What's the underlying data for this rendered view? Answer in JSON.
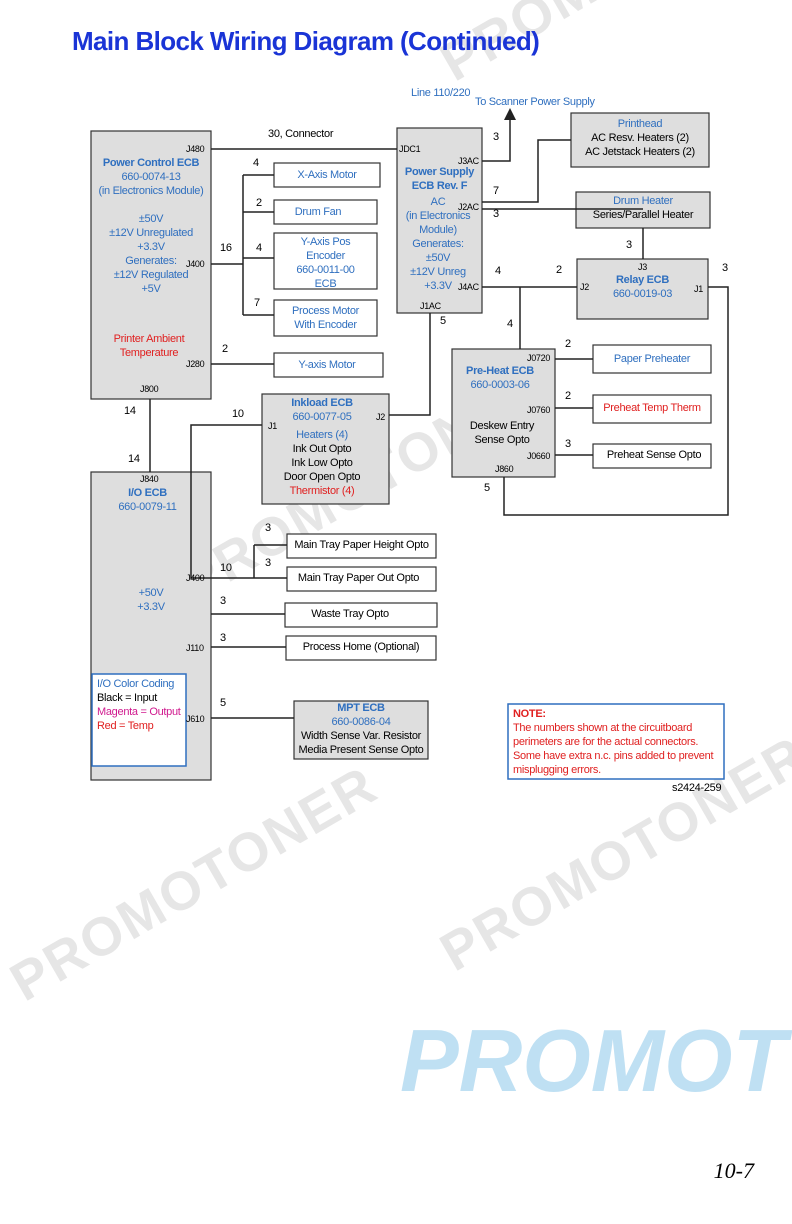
{
  "title": "Main Block Wiring Diagram (Continued)",
  "watermark": "PROMOTONER",
  "watermark_large": "PROMOT",
  "top_labels": {
    "line": "Line 110/220",
    "scanner": "To Scanner Power Supply",
    "connector": "30, Connector"
  },
  "power_control": {
    "name": "Power Control ECB",
    "part": "660-0074-13",
    "location": "(in Electronics Module)",
    "v1": "±50V",
    "v2": "±12V Unregulated",
    "v3": "+3.3V",
    "gen": "Generates:",
    "v4": "±12V Regulated",
    "v5": "+5V",
    "temp1": "Printer Ambient",
    "temp2": "Temperature",
    "j480": "J480",
    "j400": "J400",
    "j280": "J280",
    "j800": "J800"
  },
  "motors": {
    "x_axis": "X-Axis Motor",
    "drum_fan": "Drum Fan",
    "y_pos1": "Y-Axis Pos",
    "y_pos2": "Encoder",
    "y_pos3": "660-0011-00",
    "y_pos4": "ECB",
    "process1": "Process Motor",
    "process2": "With Encoder",
    "y_axis": "Y-axis Motor"
  },
  "power_supply": {
    "jdc1": "JDC1",
    "j3ac": "J3AC",
    "j2ac": "J2AC",
    "j4ac": "J4AC",
    "j1ac": "J1AC",
    "name1": "Power Supply",
    "name2": "ECB Rev. F",
    "ac": "AC",
    "loc1": "(in Electronics",
    "loc2": "Module)",
    "gen": "Generates:",
    "v1": "±50V",
    "v2": "±12V Unreg",
    "v3": "+3.3V"
  },
  "printhead": {
    "name": "Printhead",
    "l1": "AC Resv. Heaters (2)",
    "l2": "AC Jetstack Heaters (2)"
  },
  "drum_heater": {
    "name": "Drum Heater",
    "l1": "Series/Parallel Heater"
  },
  "relay": {
    "j3": "J3",
    "j2": "J2",
    "j1": "J1",
    "name": "Relay ECB",
    "part": "660-0019-03"
  },
  "preheat": {
    "j0720": "J0720",
    "j0760": "J0760",
    "j0660": "J0660",
    "j860": "J860",
    "name": "Pre-Heat ECB",
    "part": "660-0003-06",
    "l1": "Deskew Entry",
    "l2": "Sense Opto",
    "paper_preheater": "Paper Preheater",
    "temp_therm": "Preheat Temp Therm",
    "sense_opto": "Preheat Sense Opto"
  },
  "inkload": {
    "name": "Inkload ECB",
    "part": "660-0077-05",
    "j1": "J1",
    "j2": "J2",
    "l1": "Heaters (4)",
    "l2": "Ink Out Opto",
    "l3": "Ink Low Opto",
    "l4": "Door Open Opto",
    "l5": "Thermistor (4)"
  },
  "io": {
    "j840": "J840",
    "name": "I/O ECB",
    "part": "660-0079-11",
    "v1": "+50V",
    "v2": "+3.3V",
    "j400": "J400",
    "j110": "J110",
    "j610": "J610",
    "main_height": "Main Tray Paper Height Opto",
    "main_out": "Main Tray Paper Out Opto",
    "waste": "Waste Tray Opto",
    "process_home": "Process Home (Optional)"
  },
  "legend": {
    "title": "I/O Color Coding",
    "black": "Black = Input",
    "magenta": "Magenta = Output",
    "red": "Red = Temp"
  },
  "mpt": {
    "name": "MPT ECB",
    "part": "660-0086-04",
    "l1": "Width Sense Var. Resistor",
    "l2": "Media Present Sense Opto"
  },
  "note": {
    "head": "NOTE:",
    "l1": "The numbers shown at the circuitboard",
    "l2": "perimeters are for the actual connectors.",
    "l3": "Some have extra n.c. pins added to prevent",
    "l4": "misplugging errors."
  },
  "figure_id": "s2424-259",
  "page_number": "10-7",
  "pin_counts": {
    "x_axis": "4",
    "drum_fan": "2",
    "y_pos": "4",
    "j400_group": "16",
    "process": "7",
    "y_axis": "2",
    "j3ac": "3",
    "j2ac_a": "7",
    "j2ac_b": "3",
    "drum_heater": "3",
    "relay_j2": "2",
    "j4ac": "4",
    "relay_j1": "3",
    "j1ac": "5",
    "preheat_in": "4",
    "j0720": "2",
    "j0760": "2",
    "j0660": "3",
    "j860": "5",
    "j800": "14",
    "j840": "14",
    "inkload": "10",
    "main_height": "3",
    "main_out": "3",
    "io_j400": "10",
    "waste": "3",
    "process_home": "3",
    "mpt": "5"
  }
}
